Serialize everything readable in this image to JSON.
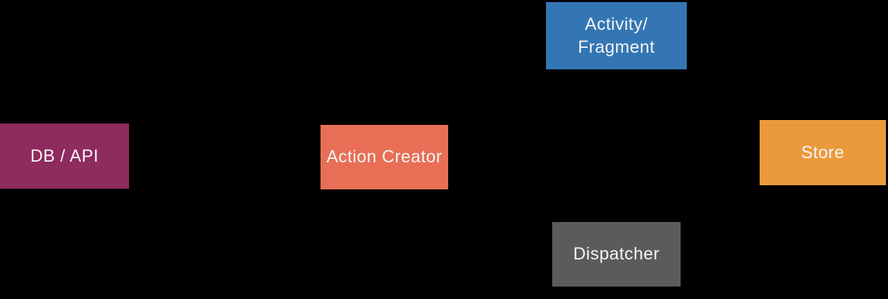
{
  "diagram": {
    "background_color": "#000000",
    "label_color": "#F6F4F5",
    "nodes": [
      {
        "id": "activity-fragment",
        "label": "Activity/\nFragment",
        "color": "#3476B5"
      },
      {
        "id": "db-api",
        "label": "DB / API",
        "color": "#8E2B5F"
      },
      {
        "id": "action-creator",
        "label": "Action Creator",
        "color": "#E86F55"
      },
      {
        "id": "store",
        "label": "Store",
        "color": "#EB9A3B"
      },
      {
        "id": "dispatcher",
        "label": "Dispatcher",
        "color": "#5B5B5B"
      }
    ]
  }
}
